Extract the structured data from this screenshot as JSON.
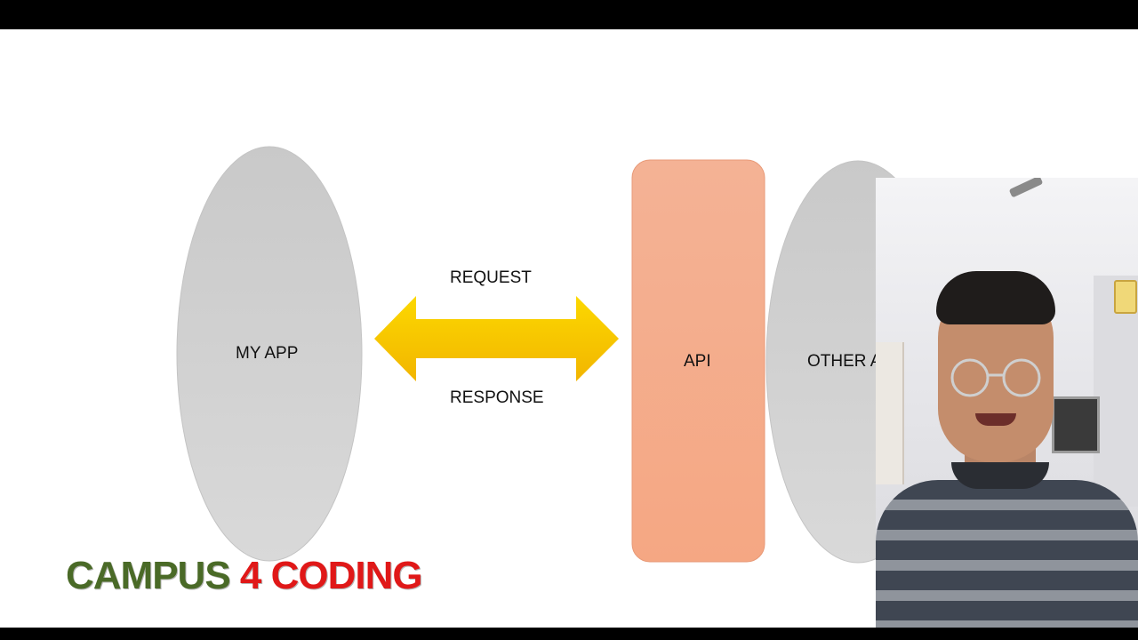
{
  "diagram": {
    "nodes": {
      "my_app": "MY APP",
      "api": "API",
      "other_app": "OTHER A"
    },
    "edge": {
      "top_label": "REQUEST",
      "bottom_label": "RESPONSE"
    },
    "colors": {
      "app_ellipse": "#d0d0d0",
      "api_box": "#f5ad88",
      "arrow": "#f9c400"
    }
  },
  "branding": {
    "word1": "CAMPUS ",
    "word2": "4 CODING",
    "color1": "#4a6a27",
    "color2": "#e01818"
  }
}
